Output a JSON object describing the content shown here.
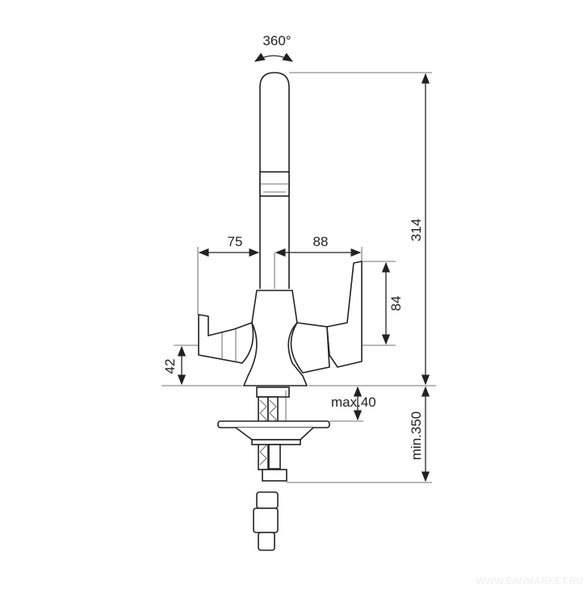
{
  "drawing": {
    "rotation_label": "360°",
    "dimensions": {
      "height_total": "314",
      "left_reach": "75",
      "right_reach": "88",
      "lever_height": "84",
      "handle_height": "42",
      "max_counter_thickness": "max.40",
      "min_hose_length": "min.350"
    }
  },
  "watermark": "WWW.SANMARKET.RU"
}
